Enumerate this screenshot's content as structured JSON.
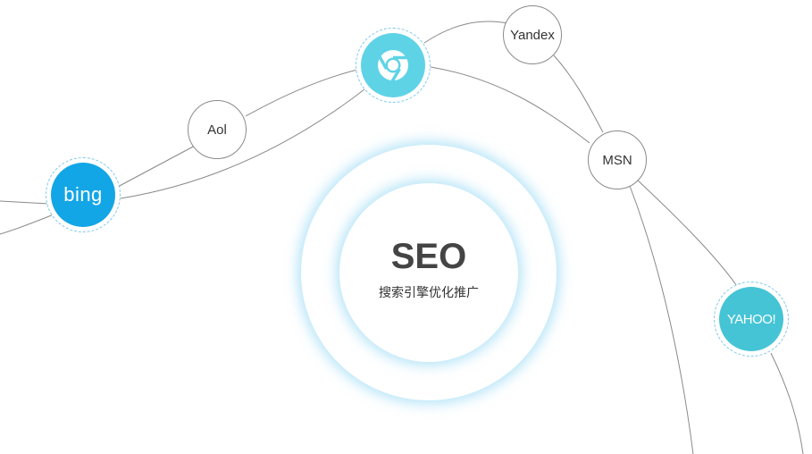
{
  "center": {
    "title": "SEO",
    "subtitle": "搜索引擎优化推广"
  },
  "nodes": {
    "aol": {
      "label": "Aol"
    },
    "yandex": {
      "label": "Yandex"
    },
    "msn": {
      "label": "MSN"
    },
    "bing": {
      "label": "bing",
      "color": "#13a6e6",
      "icon": "bing-logo"
    },
    "chrome": {
      "color": "#5fd3e6",
      "icon": "chrome-icon"
    },
    "yahoo": {
      "label": "YAHOO!",
      "color": "#45c4d6",
      "icon": "yahoo-logo"
    }
  },
  "colors": {
    "line": "#8a8a8a",
    "glow": "#78cdf0",
    "dashed_ring": "#7cc9ea"
  }
}
